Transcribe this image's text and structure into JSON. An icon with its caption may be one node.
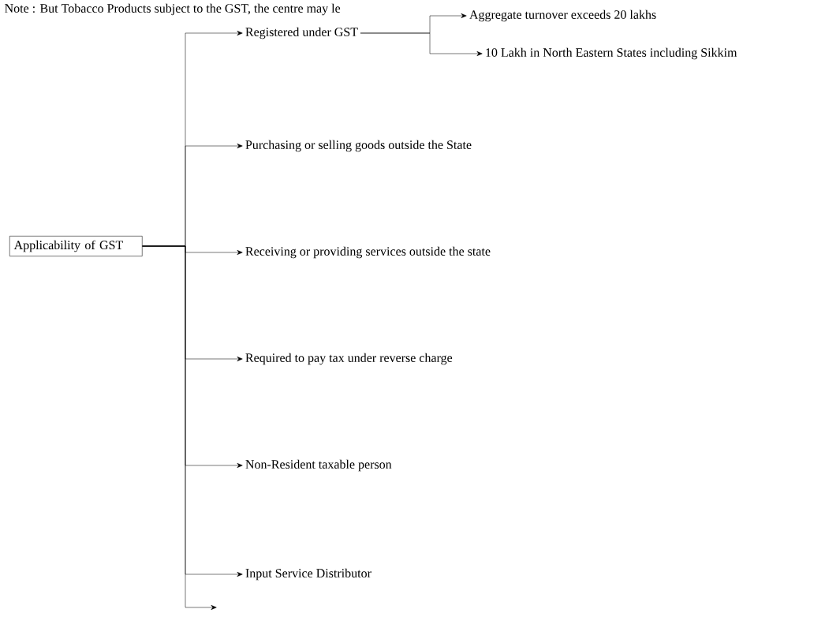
{
  "diagram": {
    "nodes": [
      {
        "text": [
          "Applicability of GST"
        ]
      },
      {
        "text": [
          "Registered under GST"
        ]
      },
      {
        "text": [
          "Aggregate turnover exceeds 20 lakhs"
        ]
      },
      {
        "text": [
          "10 Lakh in North Eastern States including Sikkim"
        ]
      },
      {
        "text": [
          "Purchasing or selling goods outside the State"
        ]
      },
      {
        "text": [
          "Receiving or providing services outside the state"
        ]
      },
      {
        "text": [
          "Required to pay tax under reverse charge"
        ]
      },
      {
        "text": [
          "Non-Resident taxable person"
        ]
      },
      {
        "text": [
          "Input Service Distributor"
        ]
      }
    ],
    "edges": [
      {
        "from": 0,
        "to": 1,
        "arrow": "to"
      },
      {
        "from": 0,
        "to": 4,
        "arrow": "to"
      },
      {
        "from": 0,
        "to": 5,
        "arrow": "to"
      },
      {
        "from": 0,
        "to": 6,
        "arrow": "to"
      },
      {
        "from": 0,
        "to": 7,
        "arrow": "to"
      },
      {
        "from": 0,
        "to": 8,
        "arrow": "to"
      },
      {
        "from": 0,
        "to": null,
        "arrow": "to"
      },
      {
        "from": 1,
        "to": 2,
        "arrow": "to"
      },
      {
        "from": 1,
        "to": 3,
        "arrow": "to"
      }
    ],
    "labels": [
      "Note : But Tobacco Products subject to the GST, the centre may le"
    ]
  }
}
